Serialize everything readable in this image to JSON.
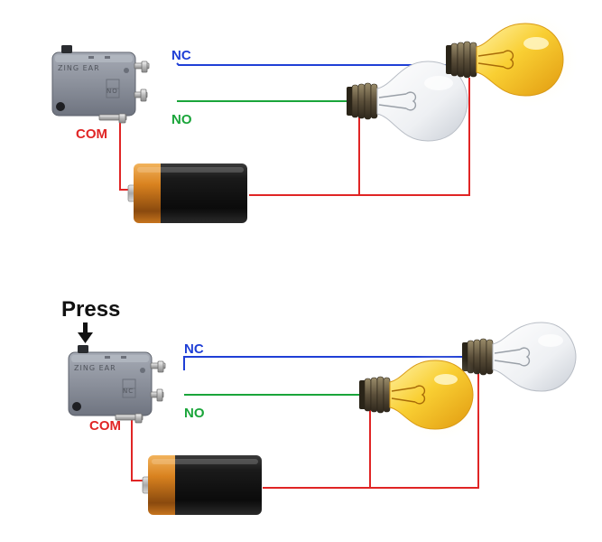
{
  "labels": {
    "nc": "NC",
    "no": "NO",
    "com": "COM",
    "press": "Press",
    "brand": "ZING EAR",
    "switch_marks": [
      "NO",
      "NC"
    ]
  },
  "colors": {
    "nc_wire": "#1f3fd6",
    "no_wire": "#1aa53a",
    "com_wire": "#e02525",
    "nc_label": "#1f3fd6",
    "no_label": "#1aa53a",
    "com_label": "#e02525",
    "press_label": "#111111",
    "lit_bulb": "#f7c22a",
    "unlit_bulb": "#eef0f2"
  },
  "circuits": [
    {
      "state": "released",
      "nc_bulb": "lit",
      "no_bulb": "unlit"
    },
    {
      "state": "pressed",
      "nc_bulb": "unlit",
      "no_bulb": "lit"
    }
  ],
  "icons": [
    "microswitch-icon",
    "battery-icon",
    "light-bulb-icon",
    "down-arrow-icon"
  ]
}
